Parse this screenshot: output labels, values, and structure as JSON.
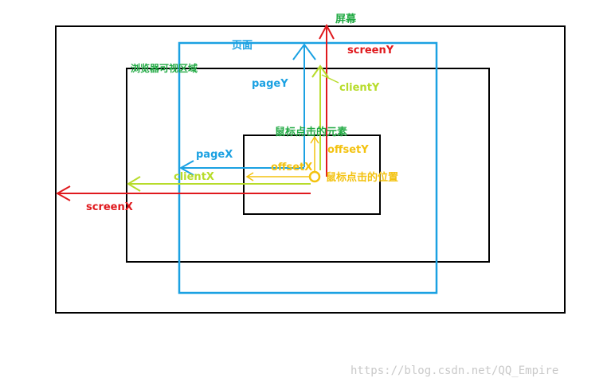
{
  "colors": {
    "red": "#e0191d",
    "blue": "#1ba1e2",
    "green": "#b7dc2a",
    "green_text": "#22aa44",
    "yellow": "#f3c20f",
    "black": "#000000",
    "watermark": "#c9c9c9"
  },
  "labels": {
    "screen": "屏幕",
    "page": "页面",
    "viewport": "浏览器可视区域",
    "element": "鼠标点击的元素",
    "mouse_position": "鼠标点击的位置",
    "screenX": "screenX",
    "screenY": "screenY",
    "pageX": "pageX",
    "pageY": "pageY",
    "clientX": "clientX",
    "clientY": "clientY",
    "offsetX": "offsetX",
    "offsetY": "offsetY"
  },
  "watermark": "https://blog.csdn.net/QQ_Empire"
}
